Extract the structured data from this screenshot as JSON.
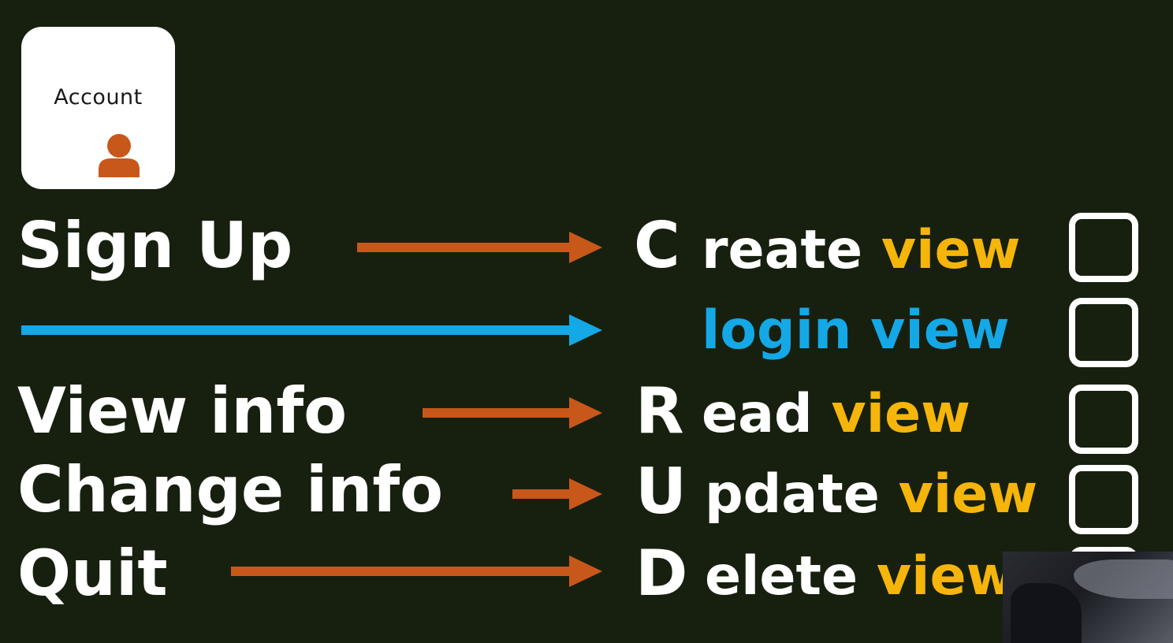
{
  "account_card": {
    "title": "Account",
    "icon": "user-icon",
    "icon_color": "#c7581a"
  },
  "rows": [
    {
      "label": "Sign Up",
      "arrow_color": "#c7581a",
      "letter": "C",
      "rest": "reate",
      "view": "view",
      "checked": false
    },
    {
      "label": "",
      "arrow_color": "#14a8e6",
      "letter": "",
      "login": "login view",
      "checked": false
    },
    {
      "label": "View info",
      "arrow_color": "#c7581a",
      "letter": "R",
      "rest": "ead",
      "view": "view",
      "checked": false
    },
    {
      "label": "Change info",
      "arrow_color": "#c7581a",
      "letter": "U",
      "rest": "pdate",
      "view": "view",
      "checked": false
    },
    {
      "label": "Quit",
      "arrow_color": "#c7581a",
      "letter": "D",
      "rest": "elete",
      "view": "view",
      "checked": false
    }
  ],
  "colors": {
    "background": "#17200f",
    "text": "#ffffff",
    "view_word": "#f5b50a",
    "login": "#14a8e6",
    "arrow_orange": "#c7581a"
  }
}
